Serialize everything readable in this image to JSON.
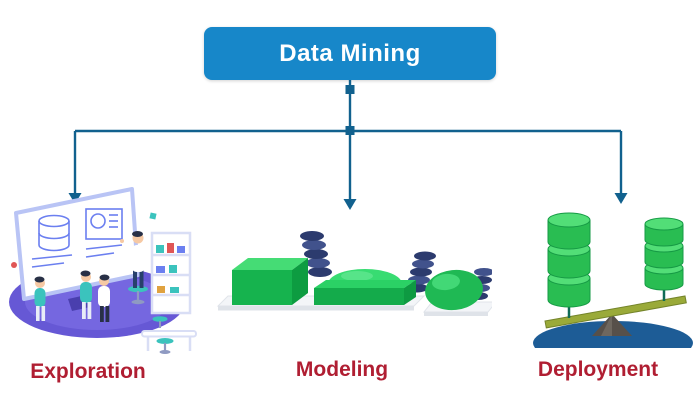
{
  "title": "Data Mining",
  "diagram": {
    "root": "Data Mining",
    "children": [
      "Exploration",
      "Modeling",
      "Deployment"
    ]
  },
  "branches": [
    {
      "label": "Exploration",
      "illustration": "team-analyzing-dashboard-scene"
    },
    {
      "label": "Modeling",
      "illustration": "3d-green-shapes-cube-dome-ellipsoid-springs"
    },
    {
      "label": "Deployment",
      "illustration": "database-stacks-balancing-on-seesaw"
    }
  ],
  "colors": {
    "title_box_blue": "#1787c9",
    "connector_teal": "#11618e",
    "label_red": "#b01e32",
    "shape_green": "#29bd52",
    "scene_purple": "#6658d5",
    "spring_navy": "#2c3b6e",
    "plank_olive": "#9aaa39",
    "mound_blue": "#1d5c96"
  }
}
